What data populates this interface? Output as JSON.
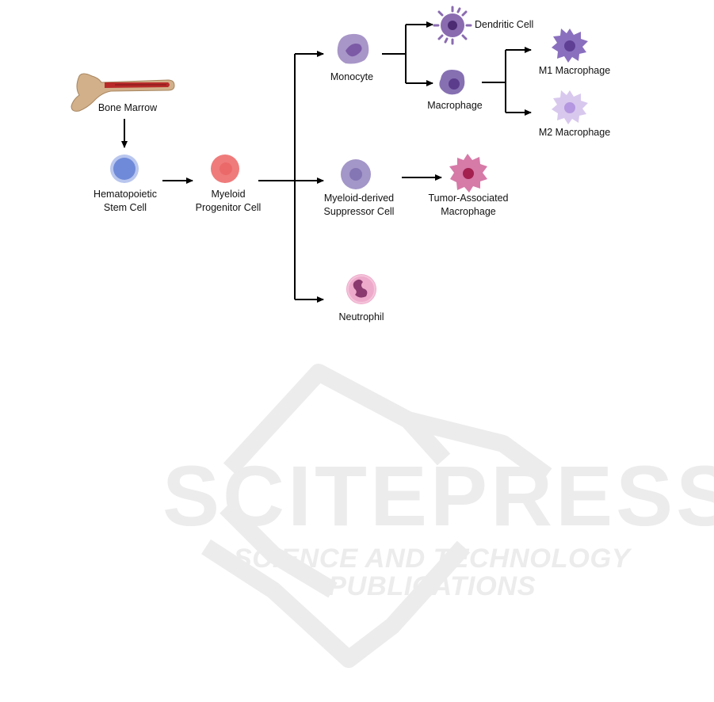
{
  "nodes": {
    "bone_marrow": "Bone Marrow",
    "hsc": [
      "Hematopoietic",
      "Stem Cell"
    ],
    "myeloid_progenitor": [
      "Myeloid",
      "Progenitor Cell"
    ],
    "monocyte": "Monocyte",
    "dendritic": "Dendritic Cell",
    "macrophage": "Macrophage",
    "m1": "M1 Macrophage",
    "m2": "M2 Macrophage",
    "mdsc": [
      "Myeloid-derived",
      "Suppressor Cell"
    ],
    "tam": [
      "Tumor-Associated",
      "Macrophage"
    ],
    "neutrophil": "Neutrophil"
  },
  "watermark": {
    "title": "SCITEPRESS",
    "subtitle": "SCIENCE AND TECHNOLOGY PUBLICATIONS"
  },
  "colors": {
    "bone": "#d2b08a",
    "marrow": "#b82a2a",
    "hsc": "#6f8ad8",
    "progenitor": "#ef7b7b",
    "monocyte": "#9d8ac4",
    "dendritic": "#8a6bb0",
    "macrophage": "#8670b2",
    "m1": "#8a6fbf",
    "m2": "#d8c8ee",
    "mdsc": "#a396c8",
    "tam": "#d67aa8",
    "neutrophil": "#eeaacb",
    "watermark": "#ececec"
  },
  "icons": [
    "bone-icon",
    "stem-cell-icon",
    "progenitor-cell-icon",
    "monocyte-icon",
    "dendritic-cell-icon",
    "macrophage-icon",
    "m1-macrophage-icon",
    "m2-macrophage-icon",
    "mdsc-icon",
    "tam-icon",
    "neutrophil-icon",
    "book-watermark-icon"
  ]
}
